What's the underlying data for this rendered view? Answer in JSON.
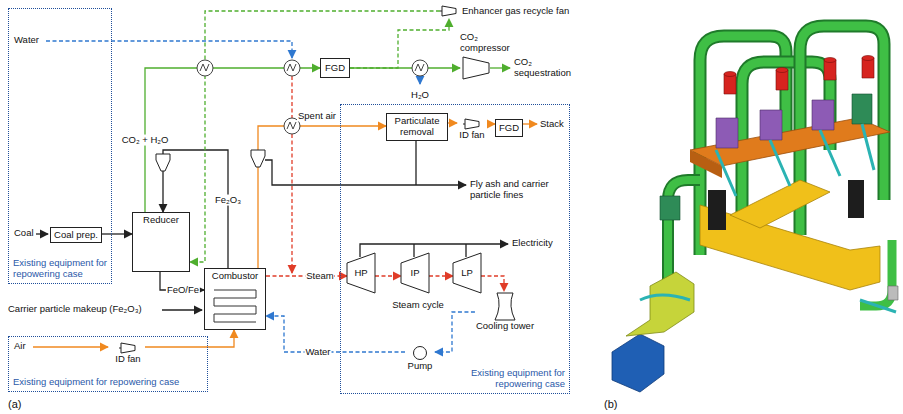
{
  "diagram": {
    "nodes": [
      {
        "text": [
          "Existing equipment for repowering case"
        ]
      },
      {
        "text": [
          "Coal prep."
        ],
        "in": 0
      },
      {
        "text": [
          "Reducer"
        ]
      },
      {
        "text": [
          "Combustor"
        ]
      },
      {
        "text": [
          "Existing equipment for repowering case"
        ]
      },
      {
        "text": [
          "ID fan"
        ],
        "in": 4
      },
      {
        "text": [
          "Existing equipment for repowering case"
        ]
      },
      {
        "text": [
          "Particulate removal"
        ],
        "in": 6
      },
      {
        "text": [
          "ID fan"
        ],
        "in": 6
      },
      {
        "text": [
          "FGD"
        ],
        "in": 6
      },
      {
        "text": [
          "HP"
        ],
        "in": 6
      },
      {
        "text": [
          "IP"
        ],
        "in": 6
      },
      {
        "text": [
          "LP"
        ],
        "in": 6
      },
      {
        "text": [
          "Cooling tower"
        ],
        "in": 6
      },
      {
        "text": [
          "Pump"
        ],
        "in": 6
      },
      {
        "text": [
          "FGD"
        ]
      },
      {
        "text": [
          "CO₂ compressor"
        ]
      },
      {
        "text": [
          "Enhancer gas recycle fan"
        ]
      }
    ],
    "edges": [
      {
        "from": 1,
        "to": 2,
        "arrow": "to"
      },
      {
        "from": 2,
        "to": 3,
        "label": "FeO/Fe",
        "arrow": "to"
      },
      {
        "from": 3,
        "to": 2,
        "label": "Fe₂O₃",
        "arrow": "to"
      },
      {
        "from": 5,
        "to": 3,
        "arrow": "to"
      },
      {
        "from": 3,
        "to": 7,
        "label": "Spent air",
        "arrow": "to"
      },
      {
        "from": 7,
        "to": 8,
        "arrow": "to"
      },
      {
        "from": 8,
        "to": 9,
        "arrow": "to"
      },
      {
        "from": 3,
        "to": 10,
        "label": "Steam",
        "arrow": "to"
      },
      {
        "from": 10,
        "to": 11,
        "arrow": "to"
      },
      {
        "from": 11,
        "to": 12,
        "arrow": "to"
      },
      {
        "from": 12,
        "to": 13,
        "arrow": "to"
      },
      {
        "from": 13,
        "to": 14,
        "arrow": "to"
      },
      {
        "from": 14,
        "to": 3,
        "label": "Water",
        "arrow": "to"
      },
      {
        "from": 2,
        "to": 15,
        "label": "CO₂ + H₂O",
        "arrow": "to"
      },
      {
        "from": 15,
        "to": 16,
        "arrow": "to"
      },
      {
        "from": 15,
        "to": 17,
        "arrow": "to"
      },
      {
        "from": 17,
        "to": 2,
        "arrow": "to"
      }
    ],
    "labels": [
      "Water",
      "Coal",
      "Carrier particle makeup (Fe₂O₃)",
      "Air",
      "CO₂ sequestration",
      "H₂O",
      "Stack",
      "Fly ash and carrier particle fines",
      "Electricity",
      "Steam cycle",
      "(a)",
      "(b)"
    ]
  }
}
